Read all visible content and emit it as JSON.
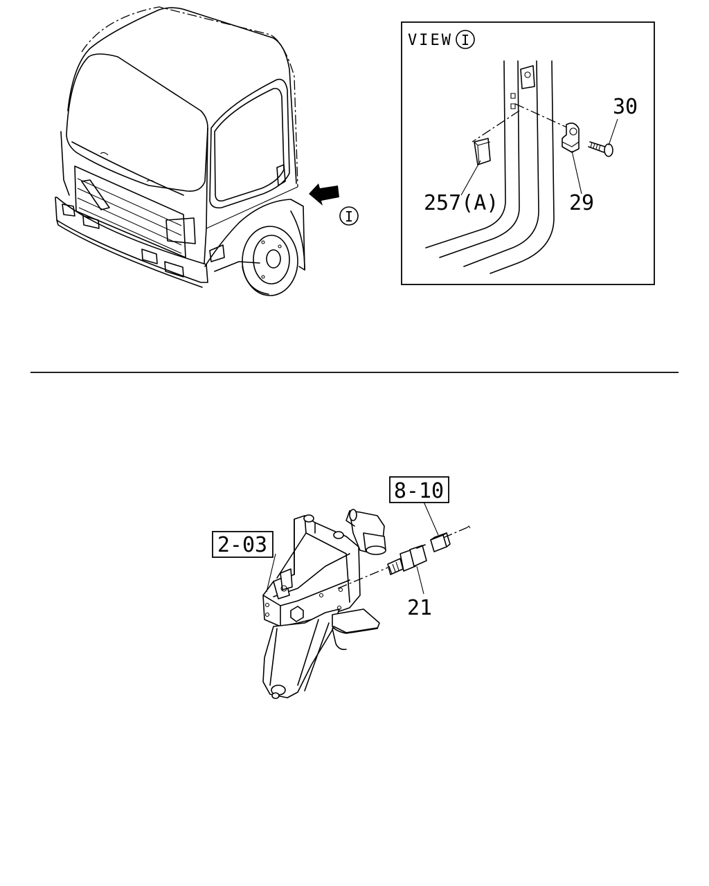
{
  "view_panel": {
    "title": "VIEW",
    "marker": "I"
  },
  "cab_view_marker": "I",
  "callouts": {
    "c30": "30",
    "c257a": "257(A)",
    "c29": "29",
    "ref_810": "8-10",
    "ref_203": "2-03",
    "c21": "21"
  },
  "colors": {
    "line": "#000000",
    "background": "#ffffff"
  }
}
